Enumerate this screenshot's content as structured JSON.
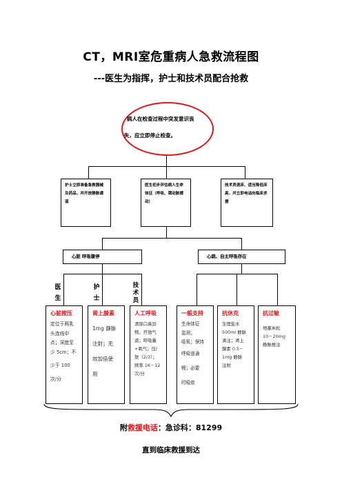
{
  "title": "CT，MRI室危重病人急救流程图",
  "subtitle": "---医生为指挥，护士和技术员配合抢救",
  "start_node": {
    "line1": "病人在检查过程中突发意识丧",
    "line2": "失，应立即停止检查。"
  },
  "first_tier": [
    {
      "text": "护士立即准备急救器械及药品，并开放静脉通道"
    },
    {
      "text": "医生初步评估病人生命体征（呼吸、颈动脉搏动）"
    },
    {
      "text": "技术员退床、适当降低床高，并立即电话向临床求援"
    }
  ],
  "branches": {
    "left": "心脏  呼吸骤停",
    "right": "心跳、自主呼吸存在"
  },
  "roles": {
    "doctor": [
      "医",
      "生"
    ],
    "nurse": [
      "护",
      "士"
    ],
    "tech": [
      "技",
      "术",
      "员"
    ]
  },
  "procedures": [
    {
      "title": "心脏按压",
      "lines": [
        "定位于两乳",
        "头连线中",
        "点；深度至",
        "少 5cm；不",
        "少于  100",
        "次/分"
      ]
    },
    {
      "title": "肾上腺素",
      "lines": [
        "1mg  静脉",
        "注射；无",
        "效加倍使",
        "用"
      ]
    },
    {
      "title": "人工呼吸",
      "lines": [
        "清除口鼻异",
        "物，开放气",
        "道；呼吸囊",
        "+氧气；压/",
        "放（2/3）；",
        "频率 16－12",
        "次/分"
      ]
    },
    {
      "title": "一般支持",
      "lines": [
        "生命体征",
        "监测；",
        "吸氧；保持",
        "呼吸道通",
        "畅；必要",
        "时吸痰"
      ]
    },
    {
      "title": "抗休克",
      "lines": [
        "生理盐水",
        "500ml 静脉",
        "滴注；肾上",
        "腺素 0.5－",
        "1mg  静脉",
        "注射"
      ]
    },
    {
      "title": "抗过敏",
      "lines": [
        "地塞米松",
        "10－20mg",
        "静脉推注"
      ]
    }
  ],
  "footer": {
    "prefix": "附",
    "highlight": "救援电话",
    "suffix": "：急诊科：81299",
    "final": "直到临床救援到达"
  },
  "colors": {
    "accent": "#e0161b",
    "line": "#000000"
  }
}
